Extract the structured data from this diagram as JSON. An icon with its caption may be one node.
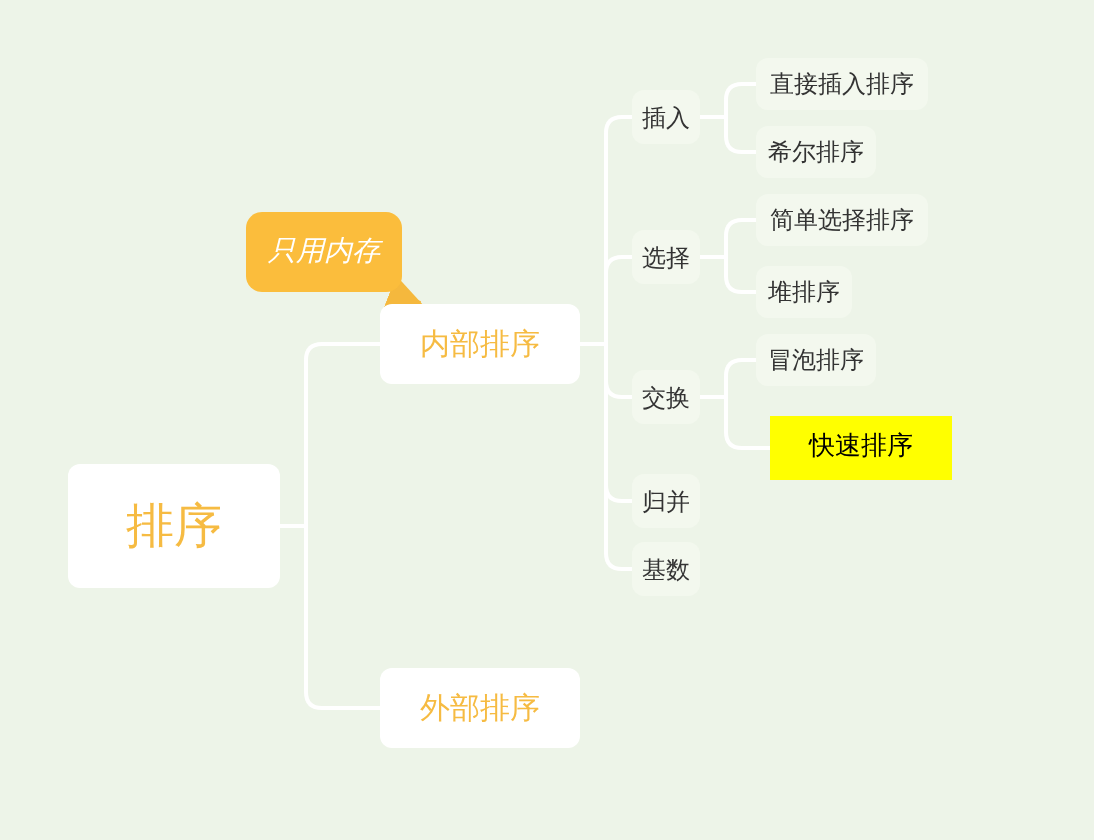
{
  "diagram": {
    "nodes": [
      {
        "text": [
          "排序"
        ]
      },
      {
        "text": [
          "内部排序"
        ]
      },
      {
        "text": [
          "外部排序"
        ]
      },
      {
        "text": [
          "只用内存"
        ]
      },
      {
        "text": [
          "插入"
        ]
      },
      {
        "text": [
          "选择"
        ]
      },
      {
        "text": [
          "交换"
        ]
      },
      {
        "text": [
          "归并"
        ]
      },
      {
        "text": [
          "基数"
        ]
      },
      {
        "text": [
          "直接插入排序"
        ]
      },
      {
        "text": [
          "希尔排序"
        ]
      },
      {
        "text": [
          "简单选择排序"
        ]
      },
      {
        "text": [
          "堆排序"
        ]
      },
      {
        "text": [
          "冒泡排序"
        ]
      },
      {
        "text": [
          "快速排序"
        ]
      }
    ],
    "edges": [
      {
        "from": 0,
        "to": 1,
        "arrow": "none"
      },
      {
        "from": 0,
        "to": 2,
        "arrow": "none"
      },
      {
        "from": 3,
        "to": 1,
        "arrow": "to",
        "color": "#f5b83d"
      },
      {
        "from": 1,
        "to": 4,
        "arrow": "none"
      },
      {
        "from": 1,
        "to": 5,
        "arrow": "none"
      },
      {
        "from": 1,
        "to": 6,
        "arrow": "none"
      },
      {
        "from": 1,
        "to": 7,
        "arrow": "none"
      },
      {
        "from": 1,
        "to": 8,
        "arrow": "none"
      },
      {
        "from": 4,
        "to": 9,
        "arrow": "none"
      },
      {
        "from": 4,
        "to": 10,
        "arrow": "none"
      },
      {
        "from": 5,
        "to": 11,
        "arrow": "none"
      },
      {
        "from": 5,
        "to": 12,
        "arrow": "none"
      },
      {
        "from": 6,
        "to": 13,
        "arrow": "none"
      },
      {
        "from": 6,
        "to": 14,
        "arrow": "none"
      }
    ]
  }
}
